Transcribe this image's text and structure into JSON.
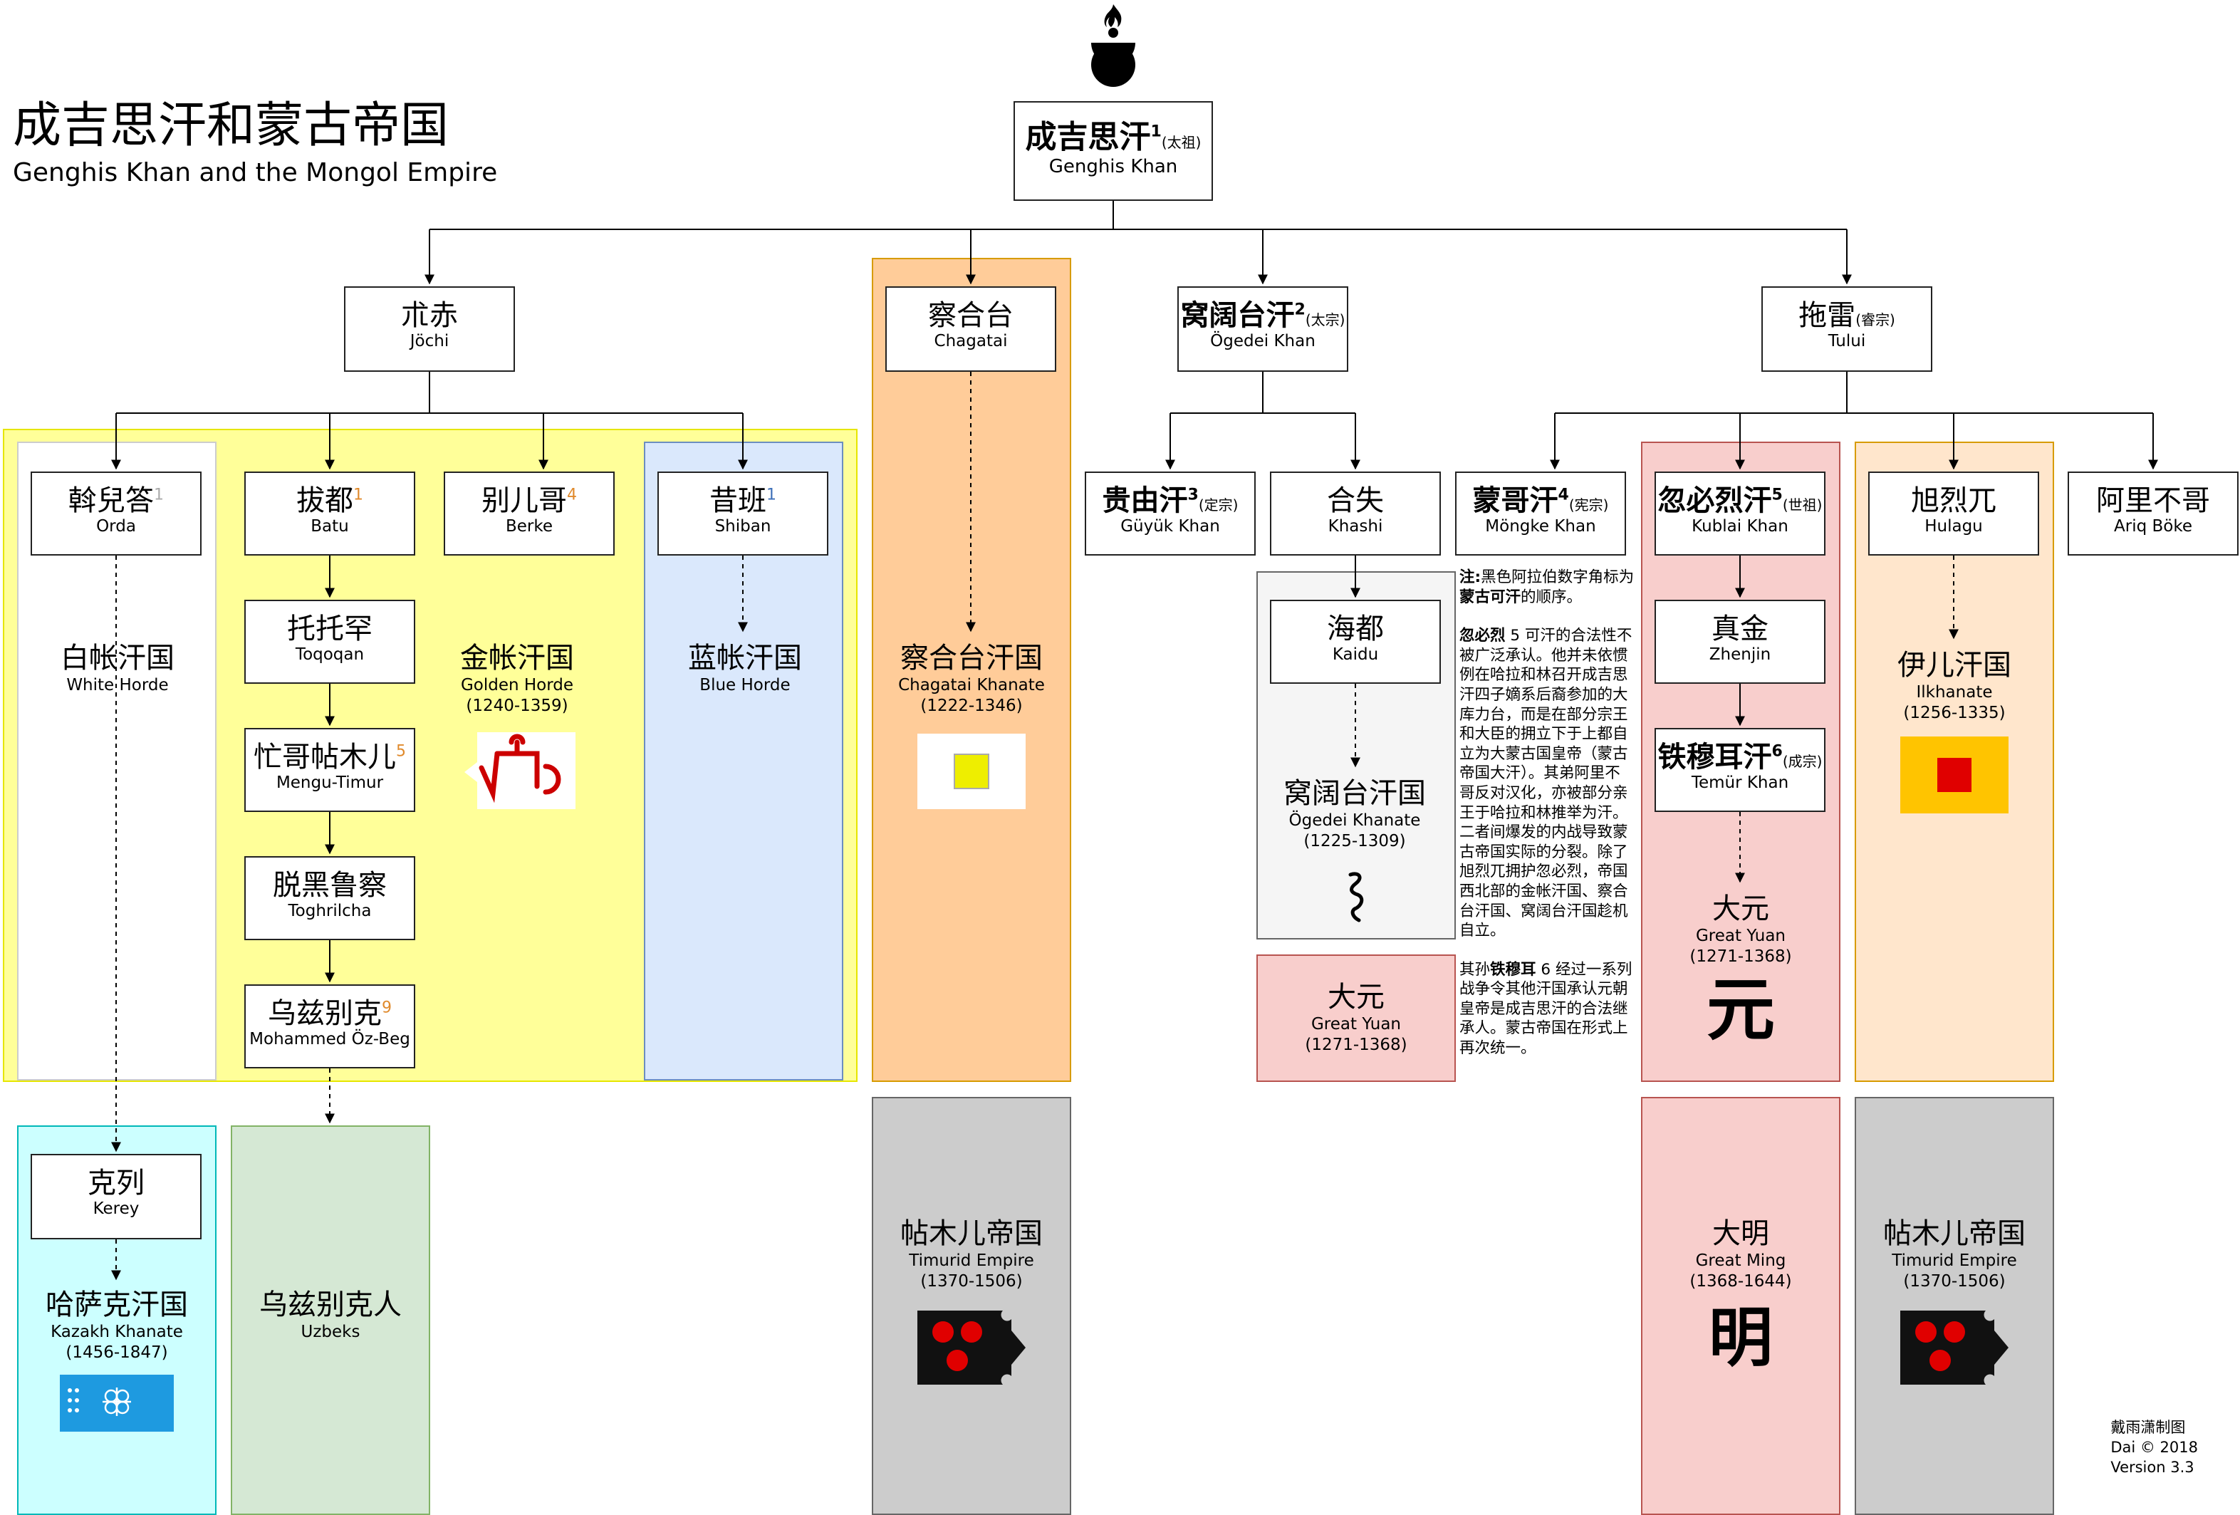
{
  "title": {
    "zh": "成吉思汗和蒙古帝国",
    "en": "Genghis Khan and the Mongol Empire"
  },
  "root": {
    "zh": "成吉思汗",
    "num": "1",
    "temple": "(太祖)",
    "en": "Genghis Khan"
  },
  "jochi": {
    "zh": "朮赤",
    "en": "Jöchi"
  },
  "chagatai": {
    "zh": "察合台",
    "en": "Chagatai"
  },
  "ogedei": {
    "zh": "窝阔台汗",
    "num": "2",
    "temple": "(太宗)",
    "en": "Ögedei Khan"
  },
  "tolui": {
    "zh": "拖雷",
    "temple": "(睿宗)",
    "en": "Tului"
  },
  "orda": {
    "zh": "斡兒答",
    "num": "1",
    "en": "Orda"
  },
  "batu": {
    "zh": "拔都",
    "num": "1",
    "en": "Batu"
  },
  "berke": {
    "zh": "别儿哥",
    "num": "4",
    "en": "Berke"
  },
  "shiban": {
    "zh": "昔班",
    "num": "1",
    "en": "Shiban"
  },
  "toqoqan": {
    "zh": "托托罕",
    "en": "Toqoqan"
  },
  "mengu": {
    "zh": "忙哥帖木儿",
    "num": "5",
    "en": "Mengu-Timur"
  },
  "toghrilcha": {
    "zh": "脱黑鲁察",
    "en": "Toghrilcha"
  },
  "ozbeg": {
    "zh": "乌兹别克",
    "num": "9",
    "en": "Mohammed Öz-Beg"
  },
  "guyuk": {
    "zh": "贵由汗",
    "num": "3",
    "temple": "(定宗)",
    "en": "Güyük Khan"
  },
  "khashi": {
    "zh": "合失",
    "en": "Khashi"
  },
  "kaidu": {
    "zh": "海都",
    "en": "Kaidu"
  },
  "mongke": {
    "zh": "蒙哥汗",
    "num": "4",
    "temple": "(宪宗)",
    "en": "Möngke Khan"
  },
  "kublai": {
    "zh": "忽必烈汗",
    "num": "5",
    "temple": "(世祖)",
    "en": "Kublai Khan"
  },
  "zhenjin": {
    "zh": "真金",
    "en": "Zhenjin"
  },
  "temur": {
    "zh": "铁穆耳汗",
    "num": "6",
    "temple": "(成宗)",
    "en": "Temür Khan"
  },
  "hulagu": {
    "zh": "旭烈兀",
    "en": "Hulagu"
  },
  "ariq": {
    "zh": "阿里不哥",
    "en": "Ariq Böke"
  },
  "kerey": {
    "zh": "克列",
    "en": "Kerey"
  },
  "white_horde": {
    "zh": "白帐汗国",
    "en": "White Horde"
  },
  "golden_horde": {
    "zh": "金帐汗国",
    "en": "Golden Horde",
    "years": "(1240-1359)"
  },
  "blue_horde": {
    "zh": "蓝帐汗国",
    "en": "Blue Horde"
  },
  "chagatai_khanate": {
    "zh": "察合台汗国",
    "en": "Chagatai Khanate",
    "years": "(1222-1346)"
  },
  "ogedei_khanate": {
    "zh": "窝阔台汗国",
    "en": "Ögedei Khanate",
    "years": "(1225-1309)"
  },
  "yuan_small": {
    "zh": "大元",
    "en": "Great Yuan",
    "years": "(1271-1368)"
  },
  "yuan": {
    "zh": "大元",
    "en": "Great Yuan",
    "years": "(1271-1368)",
    "glyph": "元"
  },
  "ilkhanate": {
    "zh": "伊儿汗国",
    "en": "Ilkhanate",
    "years": "(1256-1335)"
  },
  "kazakh": {
    "zh": "哈萨克汗国",
    "en": "Kazakh Khanate",
    "years": "(1456-1847)"
  },
  "uzbeks": {
    "zh": "乌兹别克人",
    "en": "Uzbeks"
  },
  "timurid_1": {
    "zh": "帖木儿帝国",
    "en": "Timurid Empire",
    "years": "(1370-1506)"
  },
  "timurid_2": {
    "zh": "帖木儿帝国",
    "en": "Timurid Empire",
    "years": "(1370-1506)"
  },
  "ming": {
    "zh": "大明",
    "en": "Great Ming",
    "years": "(1368-1644)",
    "glyph": "明"
  },
  "note": {
    "p1_label": "注:",
    "p1_a": "黑色阿拉伯数字角标为",
    "p1_b": "蒙古可汗",
    "p1_c": "的顺序。",
    "p2_a": "忽必烈",
    "p2_b": " 5 可汗的合法性不被广泛承认。他并未依惯例在哈拉和林召开成吉思汗四子嫡系后裔参加的大库力台，而是在部分宗王和大臣的拥立下于上都自立为大蒙古国皇帝（蒙古帝国大汗）。其弟阿里不哥反对汉化，亦被部分亲王于哈拉和林推举为汗。二者间爆发的内战导致蒙古帝国实际的分裂。除了旭烈兀拥护忽必烈，帝国西北部的金帐汗国、察合台汗国、窝阔台汗国趁机自立。",
    "p3_a": "其孙",
    "p3_b": "铁穆耳",
    "p3_c": " 6 经过一系列战争令其他汗国承认元朝皇帝是成吉思汗的合法继承人。蒙古帝国在形式上再次统一。"
  },
  "credit": {
    "line1": "戴雨潇制图",
    "line2": "Dai © 2018",
    "line3": "Version 3.3"
  },
  "colors": {
    "jochi_region": "#ffff99",
    "blue_region": "#dae8fc",
    "chagatai_region": "#ffcc99",
    "ogedei_region": "#f5f5f5",
    "pink_region": "#f8cecc",
    "ilkhan_region": "#ffe6cc",
    "kazakh_region": "#ccffff",
    "uzbek_region": "#d5e8d4",
    "timurid_region": "#cccccc",
    "flag_yellow": "#eeee00",
    "flag_red": "#e00000",
    "kazakh_flag": "#1e9ae0"
  },
  "icons": [
    "soyombo-icon",
    "tamga-icon",
    "ogedei-tamga-icon",
    "timurid-flag-icon"
  ]
}
